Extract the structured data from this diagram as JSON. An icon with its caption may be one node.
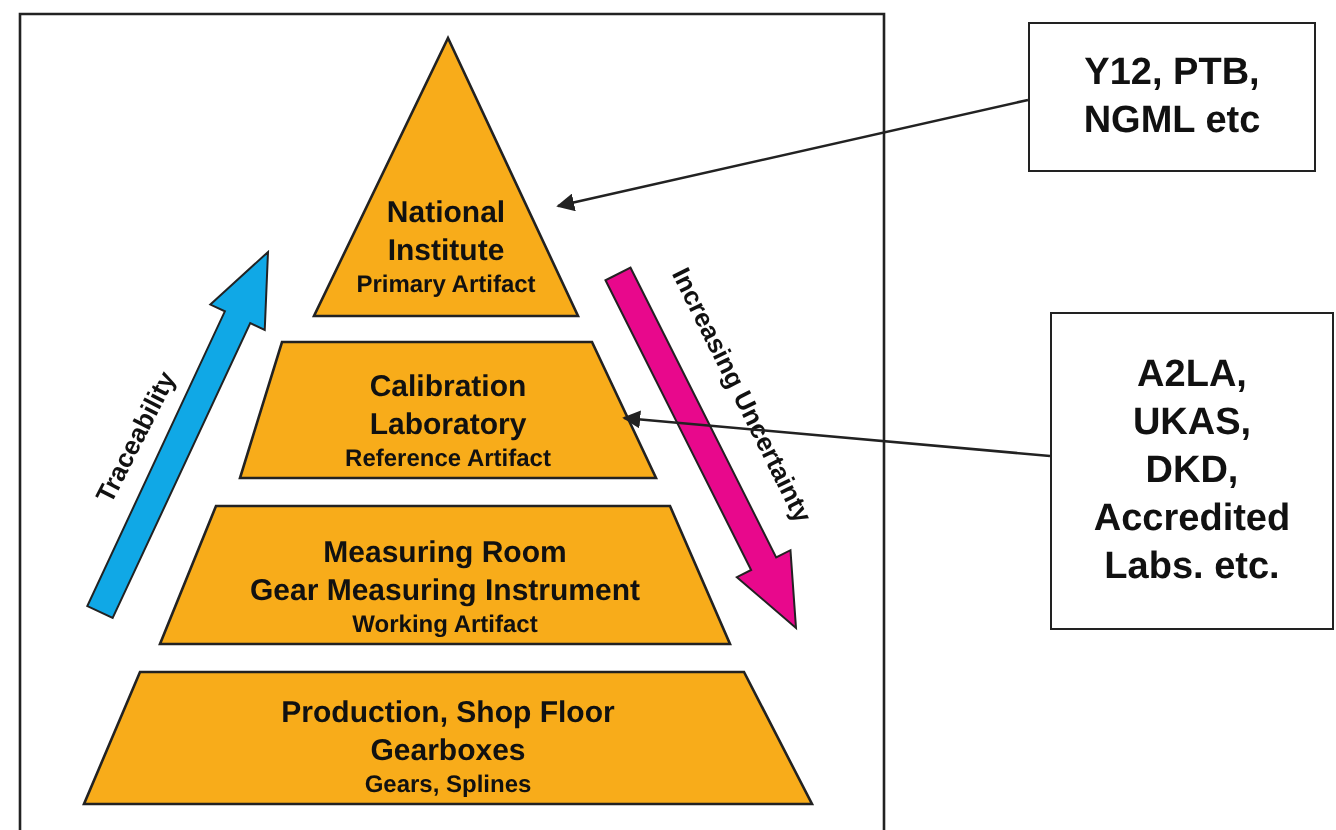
{
  "diagram": {
    "nodes": [
      {
        "text": [
          "National Institute",
          "Primary Artifact"
        ]
      },
      {
        "text": [
          "Calibration Laboratory",
          "Reference Artifact"
        ]
      },
      {
        "text": [
          "Measuring Room",
          "Gear Measuring Instrument",
          "Working Artifact"
        ]
      },
      {
        "text": [
          "Production, Shop Floor",
          "Gearboxes",
          "Gears, Splines"
        ]
      },
      {
        "text": [
          "Y12, PTB, NGML etc"
        ]
      },
      {
        "text": [
          "A2LA, UKAS, DKD, Accredited Labs. etc."
        ]
      }
    ],
    "edges": [
      {
        "from": 4,
        "to": 0,
        "arrow": "to"
      },
      {
        "from": 5,
        "to": 1,
        "arrow": "to"
      }
    ],
    "labels": [
      "Traceability",
      "Increasing Uncertainty"
    ]
  }
}
